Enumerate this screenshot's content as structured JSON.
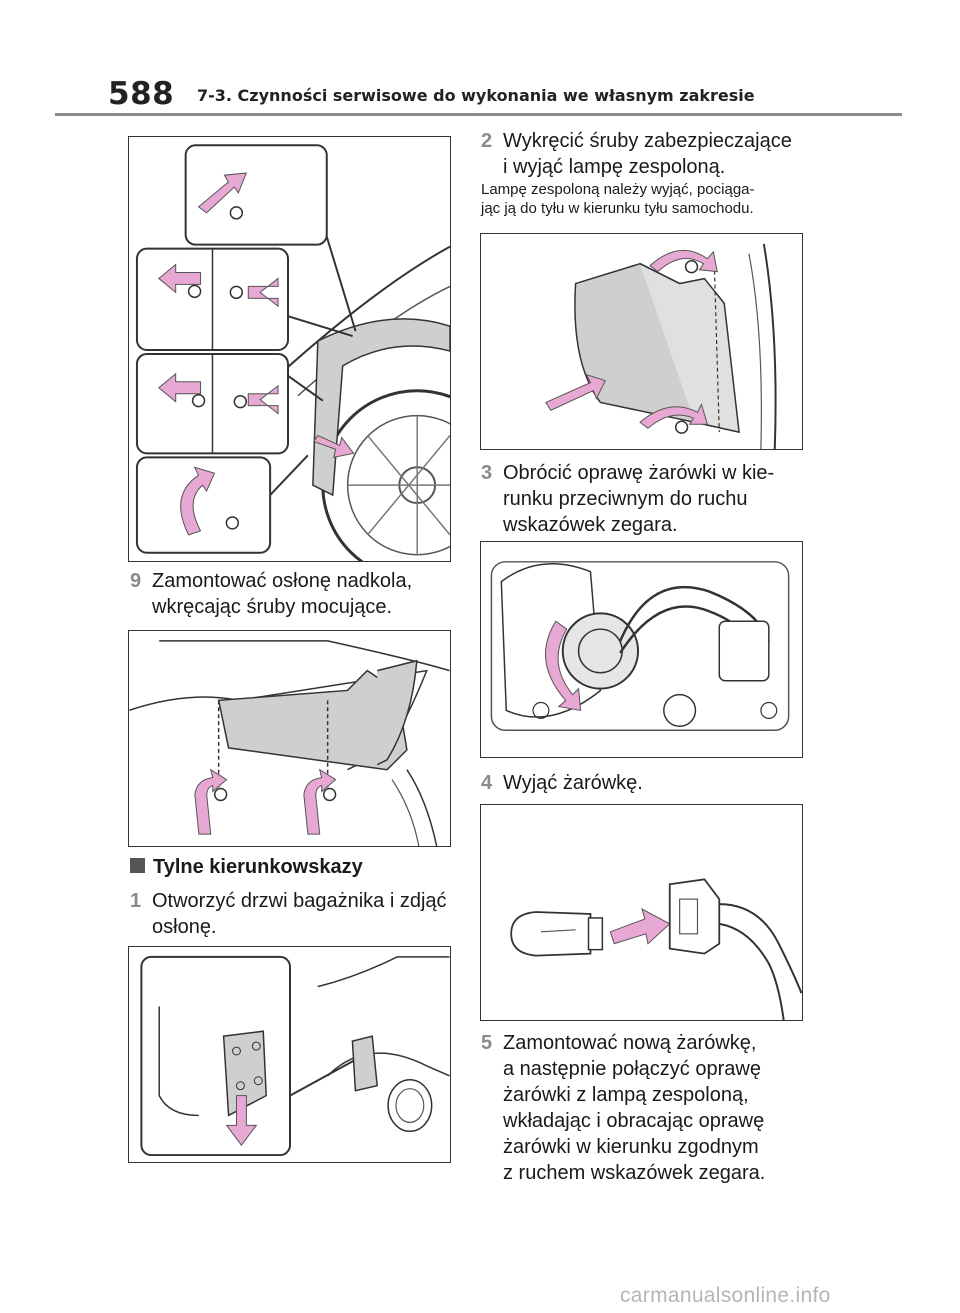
{
  "header": {
    "page_number": "588",
    "chapter": "7-3. Czynności serwisowe do wykonania we własnym zakresie"
  },
  "left_column": {
    "step9": {
      "number": "9",
      "text": "Zamontować osłonę nadkola,\nwkręcając śruby mocujące."
    },
    "section_title": "Tylne kierunkowskazy",
    "step1": {
      "number": "1",
      "text": "Otworzyć drzwi bagażnika i zdjąć\nosłonę."
    }
  },
  "right_column": {
    "step2": {
      "number": "2",
      "text": "Wykręcić śruby zabezpieczające\ni wyjąć lampę zespoloną."
    },
    "step2_note": "Lampę zespoloną należy wyjąć, pociąga-\njąc ją do tyłu w kierunku tyłu samochodu.",
    "step3": {
      "number": "3",
      "text": "Obrócić oprawę żarówki w kie-\nrunku przeciwnym do ruchu\nwskazówek zegara."
    },
    "step4": {
      "number": "4",
      "text": "Wyjąć żarówkę."
    },
    "step5": {
      "number": "5",
      "text": "Zamontować nową żarówkę,\na następnie połączyć oprawę\nżarówki z lampą zespoloną,\nwkładając i obracając oprawę\nżarówki w kierunku zgodnym\nz ruchem wskazówek zegara."
    }
  },
  "footer": {
    "watermark": "carmanualsonline.info"
  },
  "colors": {
    "arrow_pink": "#e8a8d4",
    "part_gray": "#cfcfcf",
    "rule_gray": "#8c8c8c"
  }
}
